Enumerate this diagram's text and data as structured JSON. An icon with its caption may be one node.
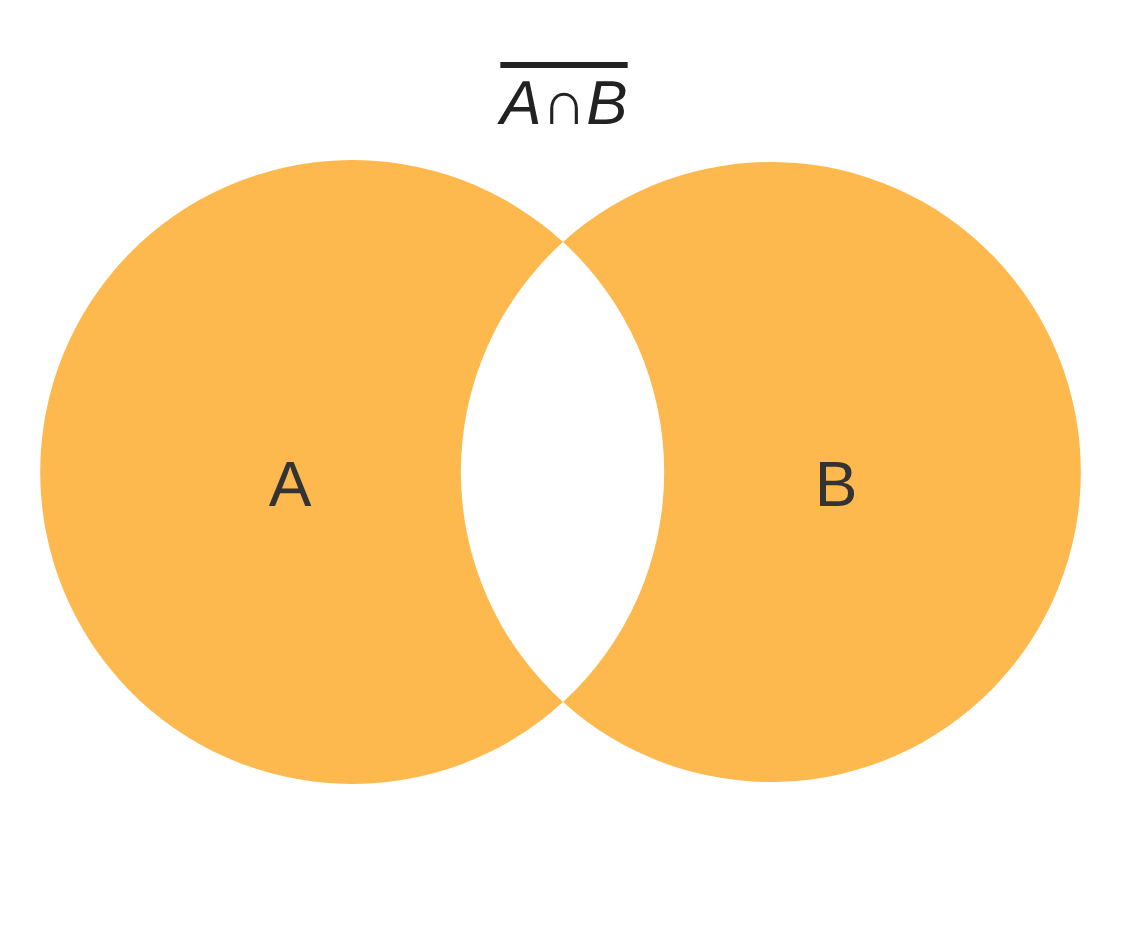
{
  "diagram": {
    "title": "A∩B",
    "nodes": [
      {
        "text": [
          "A"
        ]
      },
      {
        "text": [
          "B"
        ]
      }
    ]
  }
}
